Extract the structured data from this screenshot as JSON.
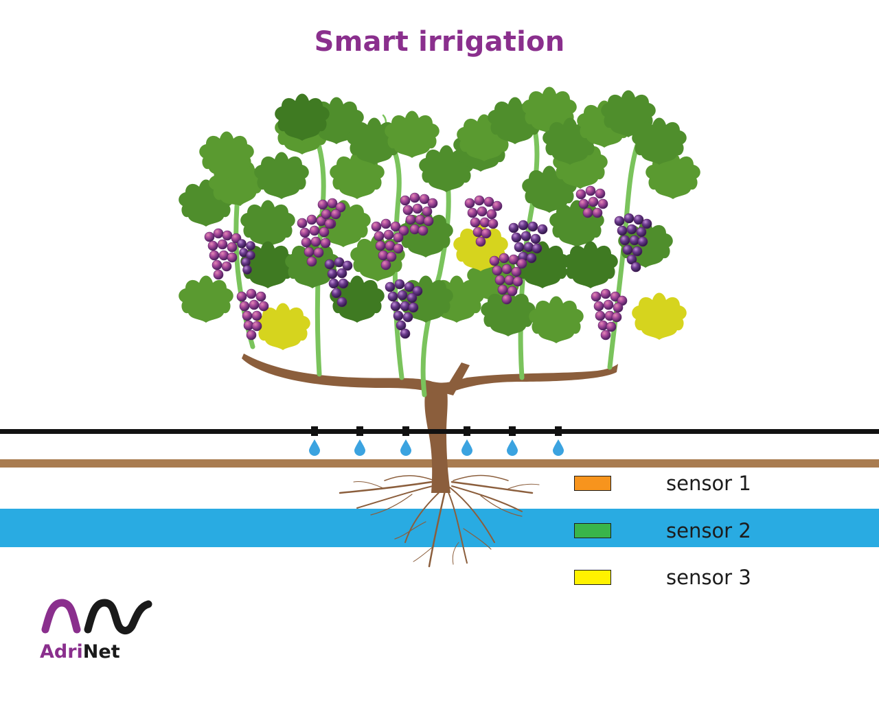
{
  "title": "Smart irrigation",
  "legend": [
    {
      "label": "sensor 1",
      "color": "#f7941d"
    },
    {
      "label": "sensor 2",
      "color": "#39b54a"
    },
    {
      "label": "sensor 3",
      "color": "#fff200"
    }
  ],
  "logo": {
    "part1": "Adri",
    "part2": "Net",
    "primary_color": "#8a2f8d",
    "secondary_color": "#1a1a1a"
  },
  "colors": {
    "pipe": "#111111",
    "soil_line": "#a97c50",
    "water_layer": "#29abe2",
    "water_drop": "#3ba3e0",
    "vine_wood": "#8b5e3c",
    "shoot": "#7ac35c",
    "leaf": "#4f8e2c",
    "yellow_leaf": "#d6d41e",
    "grape": "#8b3f8f"
  },
  "icons": {
    "drip": "water-drop-icon",
    "emitter": "dripper-icon"
  }
}
